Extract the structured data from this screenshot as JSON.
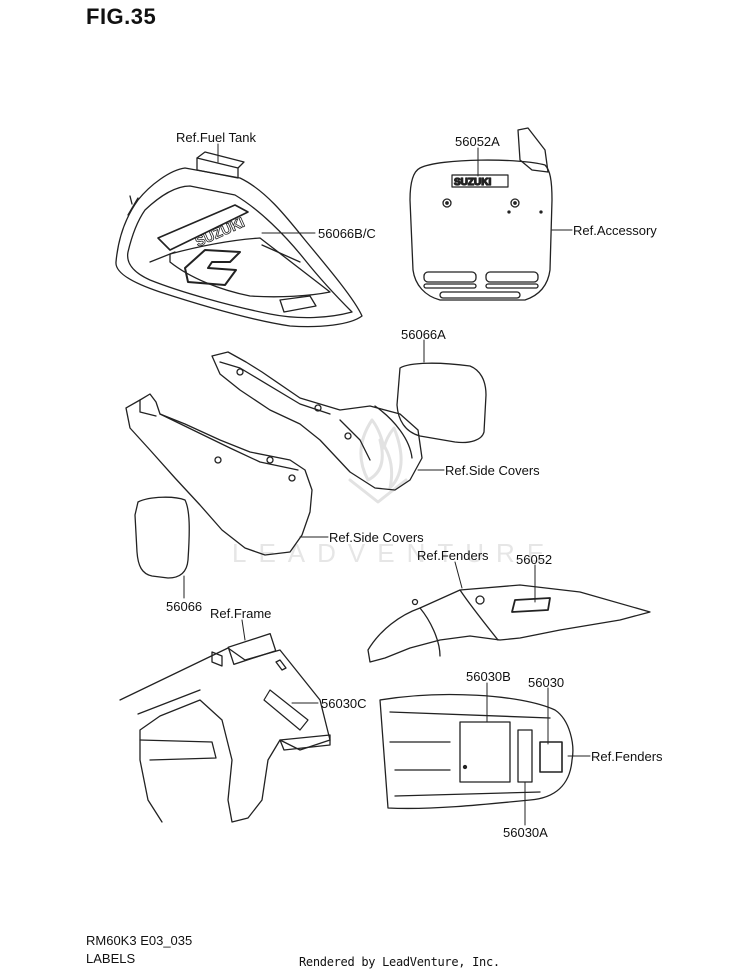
{
  "figure": {
    "title": "FIG.35"
  },
  "watermark": "LEADVENTURE",
  "labels": {
    "ref_fuel_tank": "Ref.Fuel Tank",
    "p56066bc": "56066B/C",
    "p56052a": "56052A",
    "ref_accessory": "Ref.Accessory",
    "p56066a": "56066A",
    "ref_side_covers_1": "Ref.Side Covers",
    "ref_side_covers_2": "Ref.Side Covers",
    "p56066": "56066",
    "ref_fenders_1": "Ref.Fenders",
    "p56052": "56052",
    "ref_frame": "Ref.Frame",
    "p56030c": "56030C",
    "p56030b": "56030B",
    "p56030": "56030",
    "ref_fenders_2": "Ref.Fenders",
    "p56030a": "56030A"
  },
  "decal_text": {
    "tank_brand": "SUZUKI",
    "plate_brand": "SUZUKI"
  },
  "footer": {
    "code": "RM60K3 E03_035",
    "name": "LABELS",
    "rendered_by": "Rendered by LeadVenture, Inc."
  }
}
